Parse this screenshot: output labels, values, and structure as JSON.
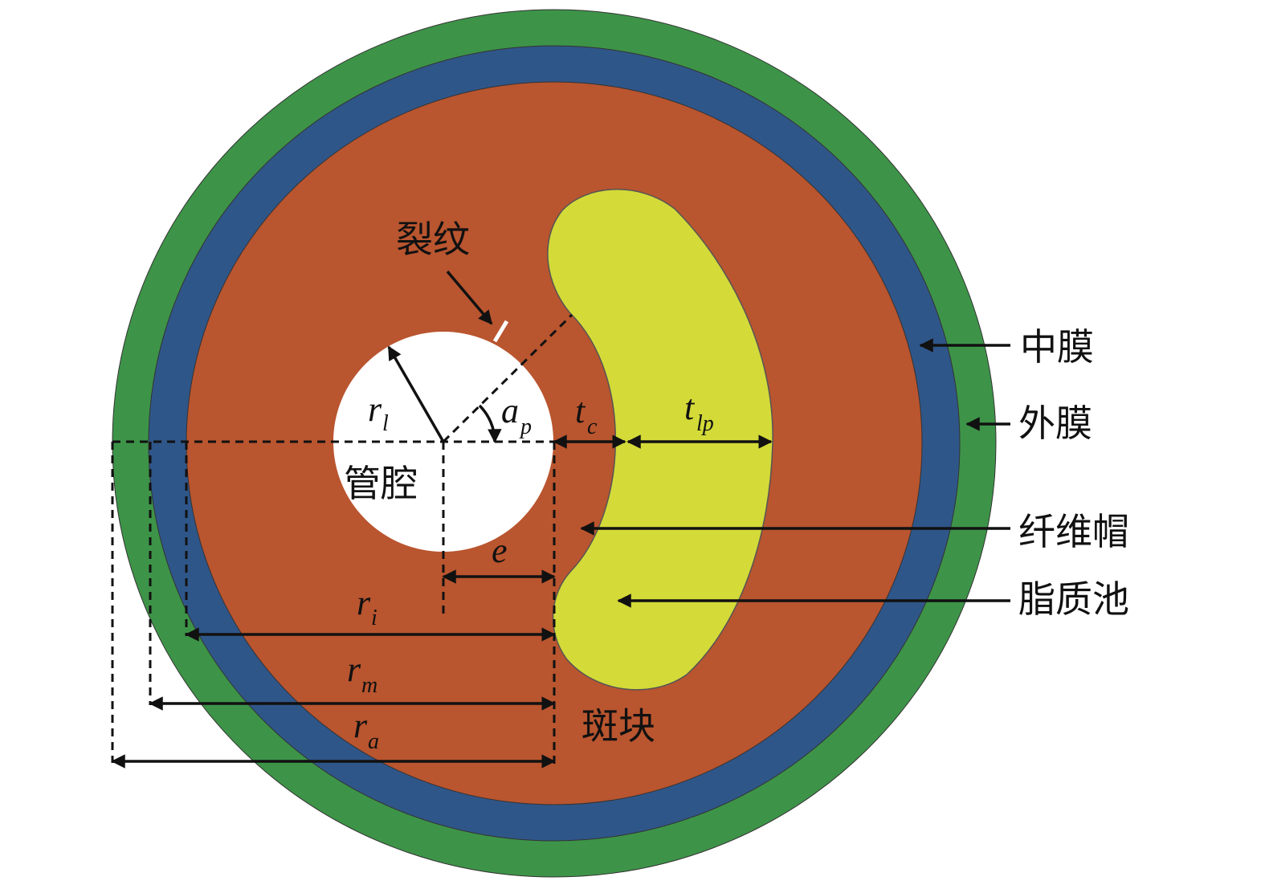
{
  "labels": {
    "crack": "裂纹",
    "media": "中膜",
    "adventitia": "外膜",
    "fibrous_cap": "纤维帽",
    "lipid_pool": "脂质池",
    "lumen": "管腔",
    "plaque": "斑块"
  },
  "symbols": {
    "r_l": {
      "base": "r",
      "sub": "l"
    },
    "a_p": {
      "base": "a",
      "sub": "p"
    },
    "t_c": {
      "base": "t",
      "sub": "c"
    },
    "t_lp": {
      "base": "t",
      "sub": "lp"
    },
    "e": {
      "base": "e"
    },
    "r_i": {
      "base": "r",
      "sub": "i"
    },
    "r_m": {
      "base": "r",
      "sub": "m"
    },
    "r_a": {
      "base": "r",
      "sub": "a"
    }
  },
  "colors": {
    "adventitia": "#3d9448",
    "media": "#2f5689",
    "intima": "#b9552f",
    "lipid": "#d4da38",
    "lumen": "#ffffff",
    "crack": "#ffffff",
    "line": "#111111"
  }
}
